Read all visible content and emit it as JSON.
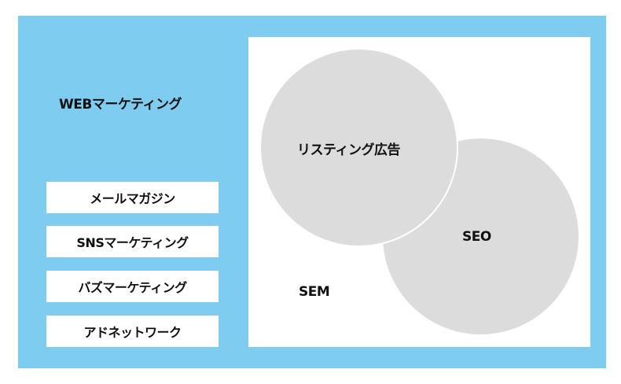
{
  "web_marketing": {
    "title": "WEBマーケティング",
    "items": [
      {
        "label": "メールマガジン"
      },
      {
        "label": "SNSマーケティング"
      },
      {
        "label": "バズマーケティング"
      },
      {
        "label": "アドネットワーク"
      }
    ]
  },
  "sem": {
    "label": "SEM",
    "listing_label": "リスティング広告",
    "seo_label": "SEO"
  },
  "colors": {
    "panel": "#7ecdf0",
    "box": "#ffffff",
    "circle": "#dcdcdc"
  }
}
